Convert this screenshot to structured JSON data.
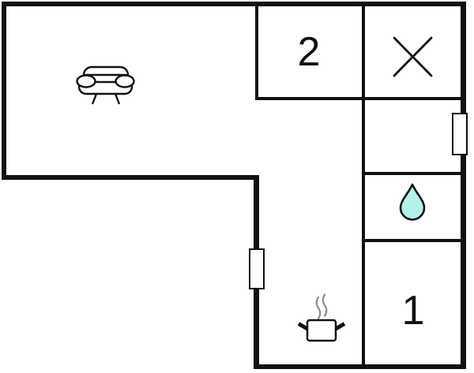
{
  "floor_plan": {
    "background_color": "#ffffff",
    "wall_color": "#111111",
    "rooms": {
      "living_area": {
        "icon": "sofa-icon"
      },
      "room_2": {
        "label": "2"
      },
      "cross_room": {
        "icon": "cross-icon"
      },
      "bathroom": {
        "icon": "water-drop-icon"
      },
      "room_1": {
        "label": "1"
      },
      "kitchen": {
        "icon": "cooking-pot-icon"
      }
    },
    "window_marker_count": "2",
    "colors": {
      "water_drop_fill": "#b4f1ed",
      "steam": "#8c8c8c",
      "icon_stroke": "#111111"
    }
  }
}
